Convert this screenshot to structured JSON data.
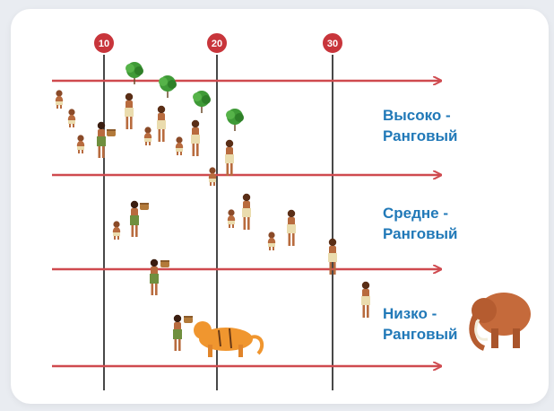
{
  "markers": [
    "10",
    "20",
    "30"
  ],
  "labels": {
    "high": "Высоко -\nРанговый",
    "mid": "Средне -\nРанговый",
    "low": "Низко -\nРанговый"
  },
  "colors": {
    "axis": "#cf4a4f",
    "marker": "#c8353b",
    "vline": "#1a1a1a",
    "label": "#2179b8",
    "skin": "#b86b3e",
    "palm": "#3f9a37",
    "cloth_light": "#eadcae",
    "cloth_dark": "#6f8f3e",
    "tiger": "#f0962f",
    "mammoth": "#c56a3b"
  },
  "icons": [
    "palm-leaf-icon",
    "basket-icon",
    "tiger-icon",
    "mammoth-icon",
    "person-icon"
  ]
}
